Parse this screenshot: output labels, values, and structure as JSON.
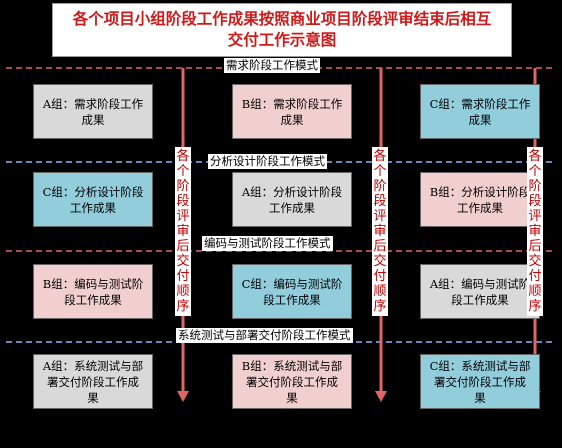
{
  "title": "各个项目小组阶段工作成果按照商业项目阶段评审结束后相互交付工作示意图",
  "phases": [
    "需求阶段工作模式",
    "分析设计阶段工作模式",
    "编码与测试阶段工作模式",
    "系统测试与部署交付阶段工作模式"
  ],
  "cards": [
    [
      "A组：需求阶段工作成果",
      "B组：需求阶段工作成果",
      "C组：需求阶段工作成果"
    ],
    [
      "C组：分析设计阶段工作成果",
      "A组：分析设计阶段工作成果",
      "B组：分析设计阶段工作成果"
    ],
    [
      "B组：编码与测试阶段工作成果",
      "C组：编码与测试阶段工作成果",
      "A组：编码与测试阶段工作成果"
    ],
    [
      "A组：系统测试与部署交付阶段工作成果",
      "B组：系统测试与部署交付阶段工作成果",
      "C组：系统测试与部署交付阶段工作成果"
    ]
  ],
  "card_colors": [
    [
      "gray",
      "pink",
      "blue"
    ],
    [
      "blue",
      "gray",
      "pink"
    ],
    [
      "pink",
      "blue",
      "gray"
    ],
    [
      "gray",
      "pink",
      "blue"
    ]
  ],
  "arrow_label": "各个阶段评审后交付顺序",
  "colors": {
    "background": "#000000",
    "title_text": "#d01818",
    "separator_red": "#e06666",
    "separator_blue": "#8ab4f8",
    "arrow": "#e06666",
    "arrow_text": "#c00000",
    "gray_card": "#d9d9d9",
    "pink_card": "#f2cfcf",
    "blue_card": "#92cddc"
  }
}
